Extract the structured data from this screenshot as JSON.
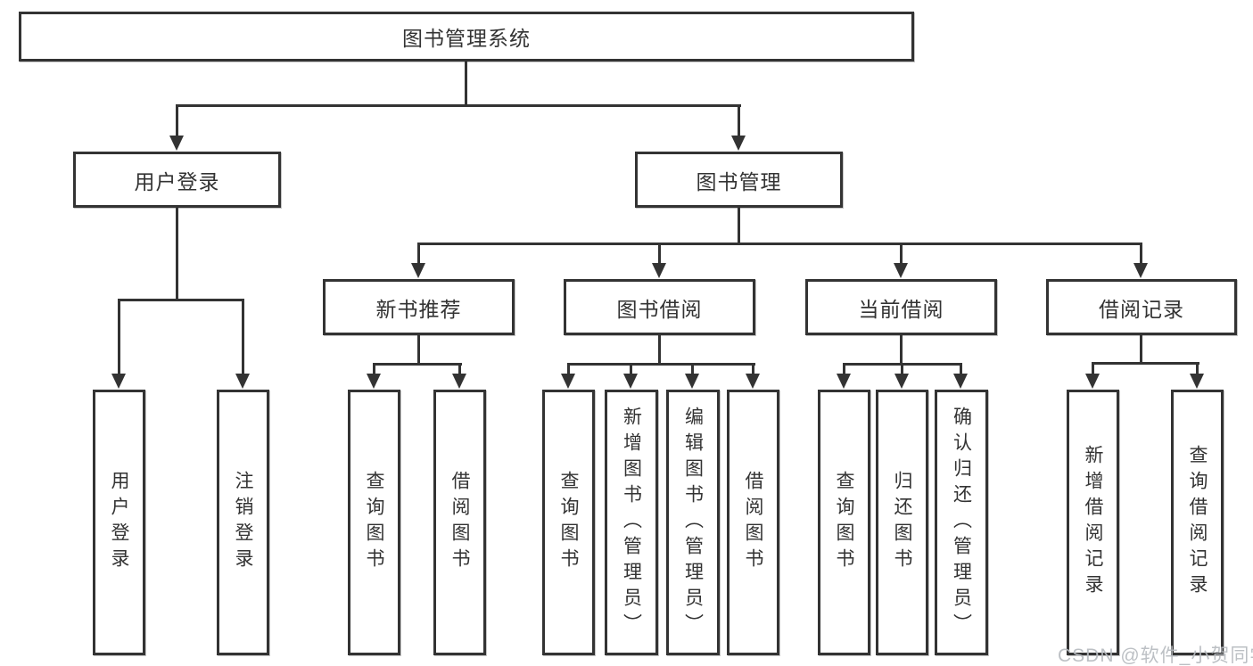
{
  "tree": {
    "root": {
      "label": "图书管理系统"
    },
    "branches": [
      {
        "label": "用户登录",
        "children": [
          "用户登录",
          "注销登录"
        ]
      },
      {
        "label": "图书管理",
        "children": [
          {
            "label": "新书推荐",
            "children": [
              "查询图书",
              "借阅图书"
            ]
          },
          {
            "label": "图书借阅",
            "children": [
              "查询图书",
              "新增图书（管理员）",
              "编辑图书（管理员）",
              "借阅图书"
            ]
          },
          {
            "label": "当前借阅",
            "children": [
              "查询图书",
              "归还图书",
              "确认归还（管理员）"
            ]
          },
          {
            "label": "借阅记录",
            "children": [
              "新增借阅记录",
              "查询借阅记录"
            ]
          }
        ]
      }
    ]
  },
  "watermark": "CSDN @软件_小贺同学",
  "colors": {
    "line": "#333333",
    "text": "#333333",
    "box_background": "#ffffff",
    "watermark": "#b7bbc0",
    "page_background": "#ffffff"
  }
}
